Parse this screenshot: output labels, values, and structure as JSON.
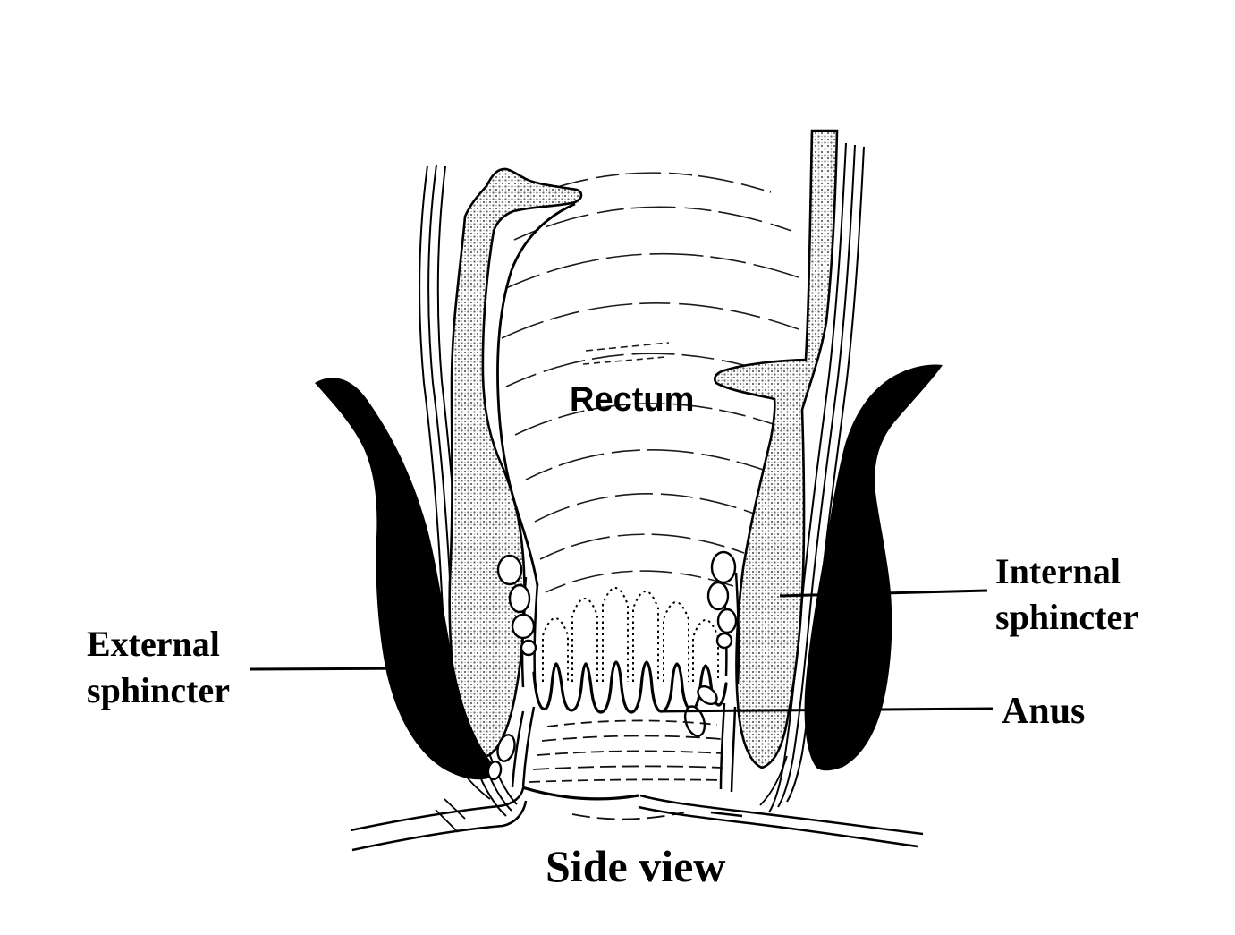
{
  "diagram": {
    "caption": "Side view",
    "background_color": "#ffffff",
    "ink_color": "#000000",
    "stipple_dot_color": "#666666",
    "labels": {
      "rectum": "Rectum",
      "internal_sphincter": [
        "Internal",
        "sphincter"
      ],
      "external_sphincter": [
        "External",
        "sphincter"
      ],
      "anus": "Anus"
    }
  }
}
